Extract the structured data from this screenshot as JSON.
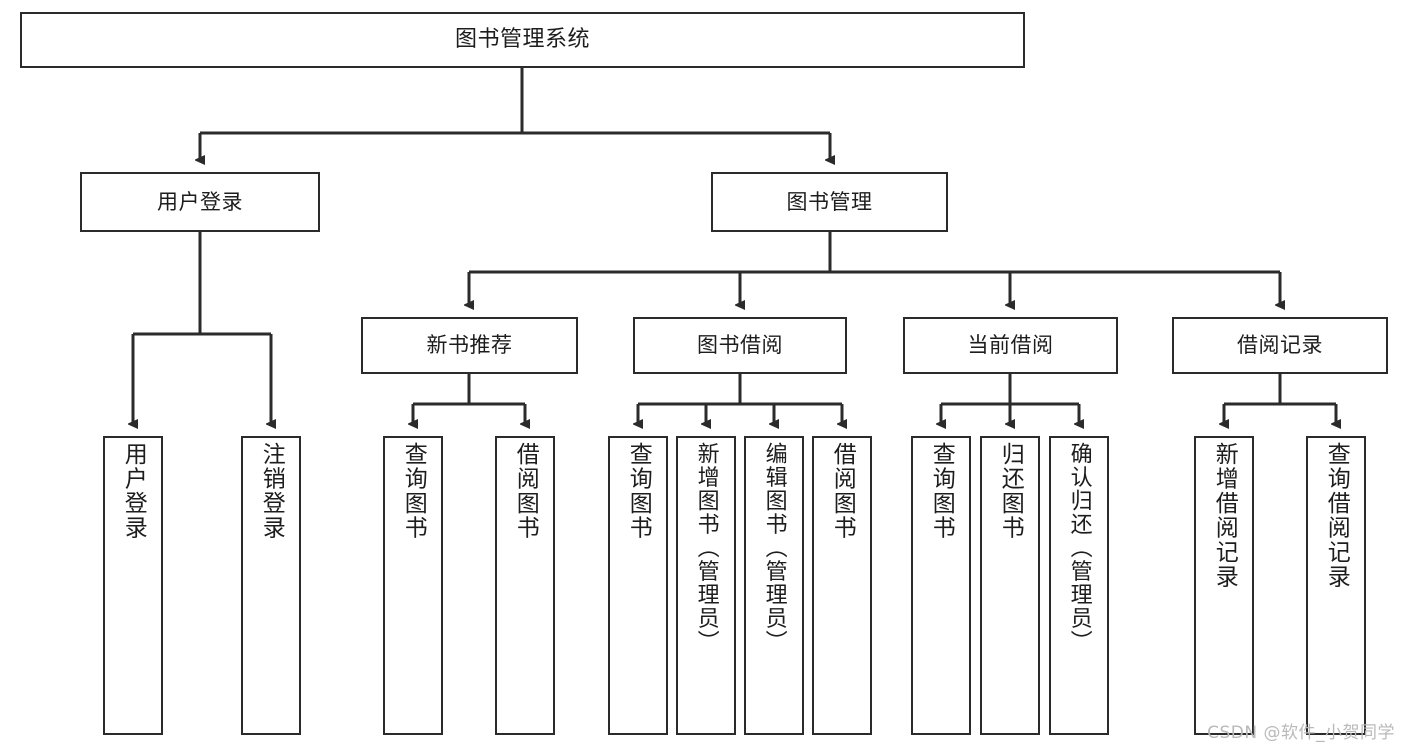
{
  "diagram": {
    "title": "图书管理系统",
    "type": "hierarchy-tree",
    "root": {
      "label": "图书管理系统"
    },
    "level2": [
      {
        "label": "用户登录"
      },
      {
        "label": "图书管理"
      }
    ],
    "level3": [
      {
        "label": "新书推荐"
      },
      {
        "label": "图书借阅"
      },
      {
        "label": "当前借阅"
      },
      {
        "label": "借阅记录"
      }
    ],
    "leaves": {
      "user_login": [
        {
          "label": "用户登录"
        },
        {
          "label": "注销登录"
        }
      ],
      "new_book_recommend": [
        {
          "label": "查询图书"
        },
        {
          "label": "借阅图书"
        }
      ],
      "book_borrow": [
        {
          "label": "查询图书"
        },
        {
          "label": "新增图书（管理员）"
        },
        {
          "label": "编辑图书（管理员）"
        },
        {
          "label": "借阅图书"
        }
      ],
      "current_borrow": [
        {
          "label": "查询图书"
        },
        {
          "label": "归还图书"
        },
        {
          "label": "确认归还（管理员）"
        }
      ],
      "borrow_record": [
        {
          "label": "新增借阅记录"
        },
        {
          "label": "查询借阅记录"
        }
      ]
    }
  },
  "watermark": {
    "text": "CSDN @软件_小贺同学"
  },
  "colors": {
    "stroke": "#2b2b2b",
    "fill": "#ffffff",
    "text": "#1d1d1d",
    "watermark": "#b9b9b9"
  }
}
